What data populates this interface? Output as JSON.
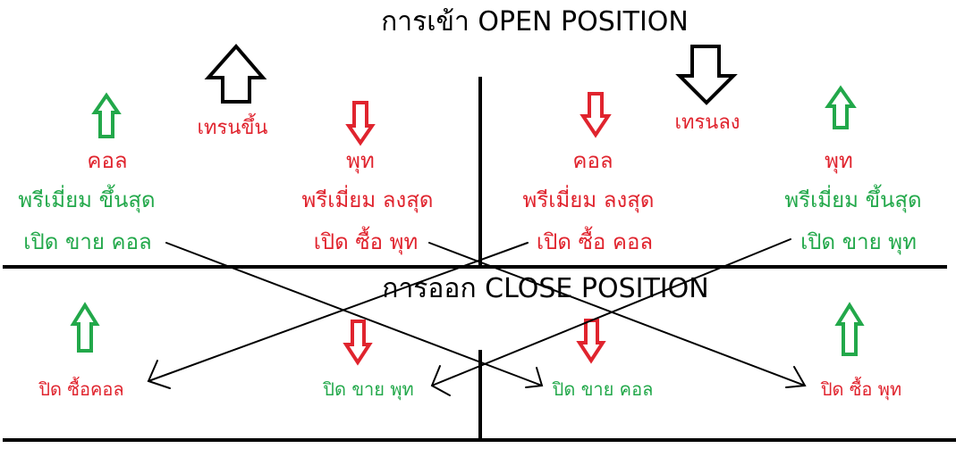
{
  "colors": {
    "line": "#000000",
    "sell_red": "#e0242e",
    "buy_green": "#22a84a",
    "outline_arrow": "#000000"
  },
  "open_section": {
    "title": "การเข้า   OPEN POSITION",
    "trend_up_label": "เทรนขึ้น",
    "trend_down_label": "เทรนลง",
    "columns": [
      {
        "arrow": "up-arrow-icon",
        "option_type": "คอล",
        "premium_note": "พรีเมี่ยม ขึ้นสุด",
        "action": "เปิด ขาย คอล"
      },
      {
        "arrow": "down-arrow-icon",
        "option_type": "พุท",
        "premium_note": "พรีเมี่ยม ลงสุด",
        "action": "เปิด ซื้อ พุท"
      },
      {
        "arrow": "down-arrow-icon",
        "option_type": "คอล",
        "premium_note": "พรีเมี่ยม ลงสุด",
        "action": "เปิด ซื้อ คอล"
      },
      {
        "arrow": "up-arrow-icon",
        "option_type": "พุท",
        "premium_note": "พรีเมี่ยม  ขึ้นสุด",
        "action": "เปิด ขาย พุท"
      }
    ]
  },
  "close_section": {
    "title": "การออก   CLOSE POSITION",
    "columns": [
      {
        "arrow": "up-arrow-icon",
        "action": "ปิด ซื้อคอล"
      },
      {
        "arrow": "down-arrow-icon",
        "action": "ปิด ขาย พุท"
      },
      {
        "arrow": "down-arrow-icon",
        "action": "ปิด ขาย คอล"
      },
      {
        "arrow": "up-arrow-icon",
        "action": "ปิด ซื้อ พุท"
      }
    ]
  }
}
